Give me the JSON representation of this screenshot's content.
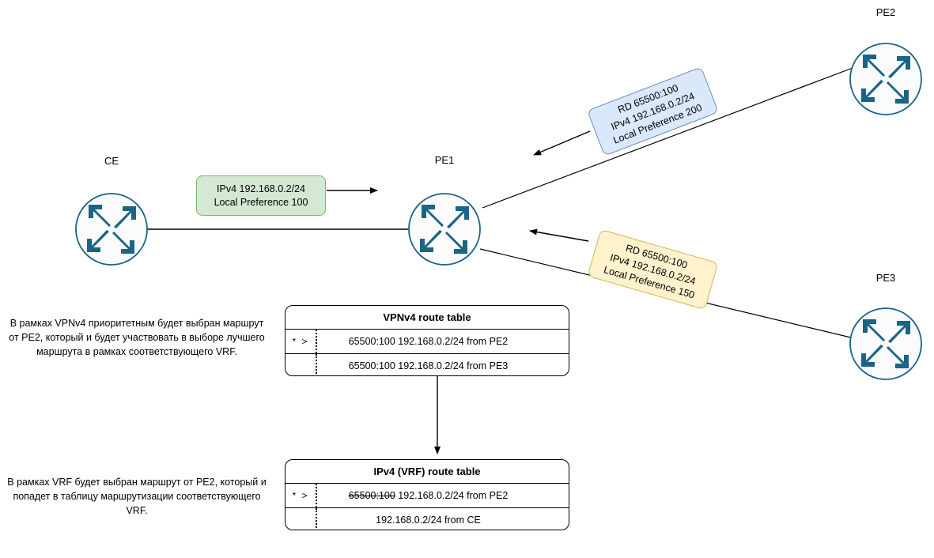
{
  "diagram": {
    "title": "MPLS L3VPN VPNv4 best-path selection",
    "colors": {
      "router_stroke": "#1a6485",
      "router_fill": "#fbfbfb",
      "arrow_fill": "#1a6485",
      "line": "#000000",
      "green_fill": "#d5e8d4",
      "green_border": "#82b366",
      "blue_fill": "#dae8fc",
      "blue_border": "#6c8ebf",
      "yellow_fill": "#fff2cc",
      "yellow_border": "#d6b656"
    }
  },
  "nodes": [
    {
      "id": "ce",
      "label": "CE"
    },
    {
      "id": "pe1",
      "label": "PE1"
    },
    {
      "id": "pe2",
      "label": "PE2"
    },
    {
      "id": "pe3",
      "label": "PE3"
    }
  ],
  "callouts": {
    "ce_advert": {
      "line1": "IPv4 192.168.0.2/24",
      "line2": "Local Preference 100"
    },
    "pe2_advert": {
      "line1": "RD 65500:100",
      "line2": "IPv4 192.168.0.2/24",
      "line3": "Local Preference 200"
    },
    "pe3_advert": {
      "line1": "RD 65500:100",
      "line2": "IPv4 192.168.0.2/24",
      "line3": "Local Preference 150"
    }
  },
  "tables": {
    "vpnv4": {
      "title": "VPNv4 route table",
      "rows": [
        {
          "flag": "* >",
          "text": "65500:100 192.168.0.2/24 from PE2",
          "strike_prefix": ""
        },
        {
          "flag": "",
          "text": "65500:100 192.168.0.2/24 from PE3",
          "strike_prefix": ""
        }
      ]
    },
    "vrf": {
      "title": "IPv4 (VRF) route table",
      "rows": [
        {
          "flag": "* >",
          "text": " 192.168.0.2/24 from PE2",
          "strike_prefix": "65500:100"
        },
        {
          "flag": "",
          "text": "192.168.0.2/24 from CE",
          "strike_prefix": ""
        }
      ]
    }
  },
  "notes": {
    "vpnv4_note": "В рамках VPNv4 приоритетным будет выбран маршрут от PE2, который и будет участвовать в выборе лучшего маршрута в рамках соответствующего VRF.",
    "vrf_note": "В рамках VRF  будет выбран маршрут от PE2, который и попадет в таблицу маршрутизации соответствующего VRF."
  }
}
